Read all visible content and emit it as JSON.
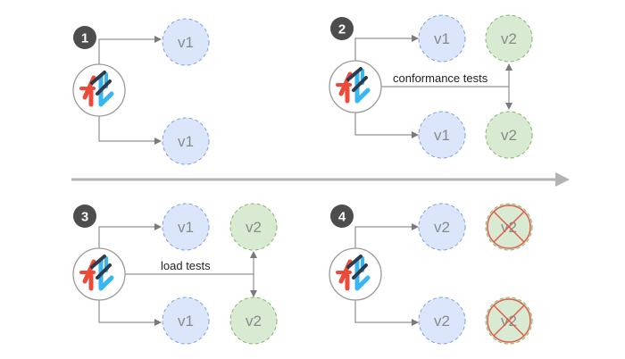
{
  "colors": {
    "v1_fill": "#dbe6fb",
    "v1_stroke": "#7d9fe3",
    "v2_fill": "#d9ead3",
    "v2_stroke": "#82b366",
    "arrow": "#7a7a7a",
    "timeline": "#b3b3b3",
    "step_badge": "#4d4d4d",
    "cross": "#e25c4e",
    "logo_red": "#ee4a3a",
    "logo_blue": "#37b6f0",
    "logo_dark": "#2f3a4c"
  },
  "icons": [
    "router-logo-icon",
    "step-badge",
    "cross-out-icon"
  ],
  "panels": [
    {
      "step": "1",
      "label": "",
      "nodes": [
        "v1",
        "v1"
      ],
      "extra_nodes": []
    },
    {
      "step": "2",
      "label": "conformance tests",
      "nodes": [
        "v1",
        "v1"
      ],
      "extra_nodes": [
        "v2",
        "v2"
      ]
    },
    {
      "step": "3",
      "label": "load tests",
      "nodes": [
        "v1",
        "v1"
      ],
      "extra_nodes": [
        "v2",
        "v2"
      ]
    },
    {
      "step": "4",
      "label": "",
      "nodes": [
        "v2",
        "v2"
      ],
      "extra_nodes": [
        "v2",
        "v2"
      ],
      "extra_crossed": true
    }
  ]
}
